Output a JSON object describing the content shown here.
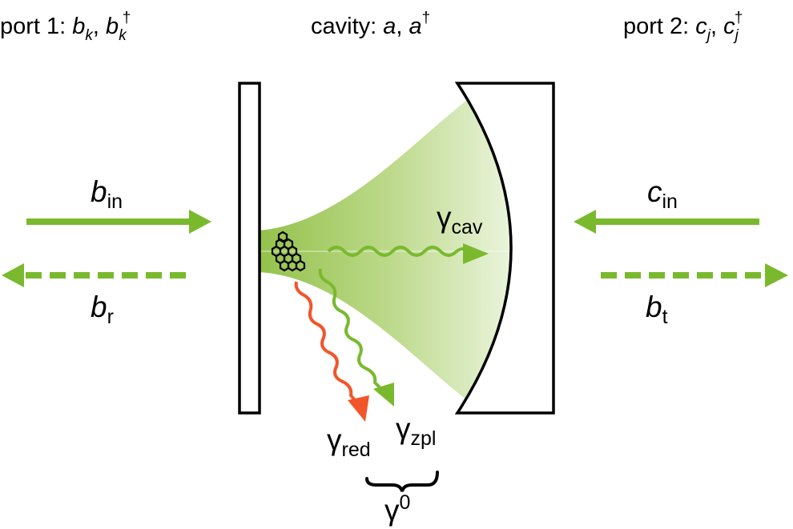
{
  "header": {
    "port1": {
      "prefix": "port 1: ",
      "op": "b",
      "sub": "k",
      "dagger": "†"
    },
    "cavity": {
      "prefix": "cavity: ",
      "op": "a",
      "dagger": "†"
    },
    "port2": {
      "prefix": "port 2: ",
      "op": "c",
      "sub": "j",
      "dagger": "†"
    }
  },
  "beams": {
    "b_in": {
      "symbol": "b",
      "sub": "in"
    },
    "b_r": {
      "symbol": "b",
      "sub": "r"
    },
    "c_in": {
      "symbol": "c",
      "sub": "in"
    },
    "b_t": {
      "symbol": "b",
      "sub": "t"
    }
  },
  "decay": {
    "cav": {
      "symbol": "γ",
      "sub": "cav"
    },
    "red": {
      "symbol": "γ",
      "sub": "red"
    },
    "zpl": {
      "symbol": "γ",
      "sub": "zpl"
    },
    "total": {
      "symbol": "γ",
      "sup": "0"
    }
  },
  "colors": {
    "green": "#7ab92e",
    "red": "#f2552a",
    "mode_light": "#ffffff",
    "outline": "#000000"
  }
}
